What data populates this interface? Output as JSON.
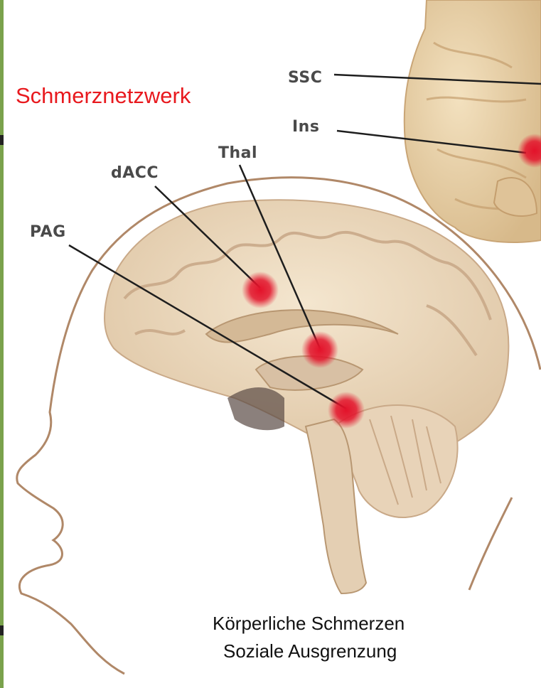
{
  "title": "Schmerznetzwerk",
  "labels": {
    "ssc": "SSC",
    "ins": "Ins",
    "thal": "Thal",
    "dacc": "dACC",
    "pag": "PAG"
  },
  "captions": [
    "Körperliche Schmerzen",
    "Soziale Ausgrenzung"
  ],
  "colors": {
    "title": "#e8191e",
    "brain": "#ecd9bd",
    "brain_fold": "#c9a988",
    "head_outline": "#b08868",
    "hotspot": "#e3122a",
    "side_brain": "#e7cfa6",
    "left_bar": "#7aa24c"
  },
  "icons": [
    "brain-sagittal-illustration",
    "brain-lateral-illustration",
    "head-profile-outline"
  ]
}
